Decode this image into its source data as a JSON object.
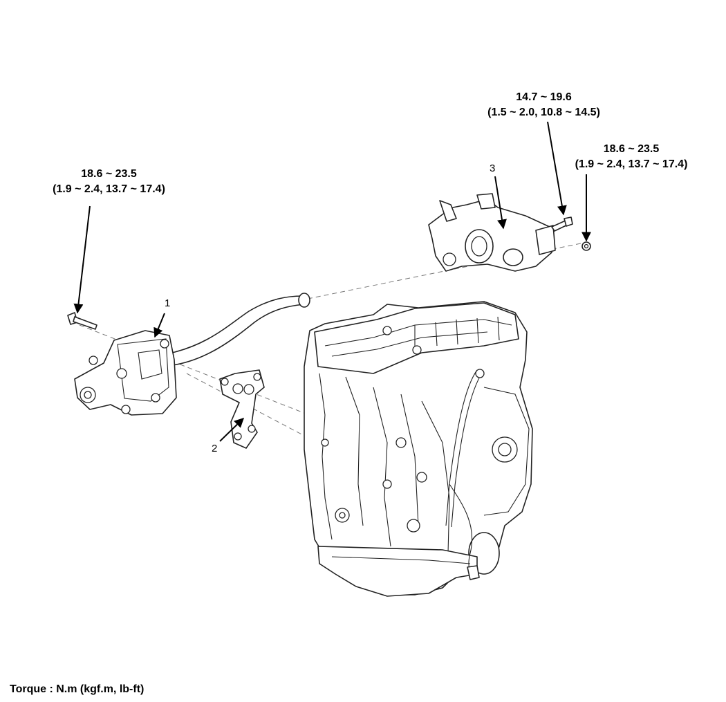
{
  "torque_labels": {
    "water_pump_bolt": {
      "value": "18.6 ~ 23.5",
      "alt": "(1.9 ~ 2.4, 13.7 ~ 17.4)"
    },
    "thermostat_bolt": {
      "value": "14.7 ~ 19.6",
      "alt": "(1.5 ~ 2.0, 10.8 ~ 14.5)"
    },
    "thermostat_nut": {
      "value": "18.6 ~ 23.5",
      "alt": "(1.9 ~ 2.4, 13.7 ~ 17.4)"
    }
  },
  "part_numbers": {
    "water_pump": "1",
    "gasket": "2",
    "thermostat_housing": "3"
  },
  "footer": "Torque : N.m (kgf.m, lb-ft)"
}
